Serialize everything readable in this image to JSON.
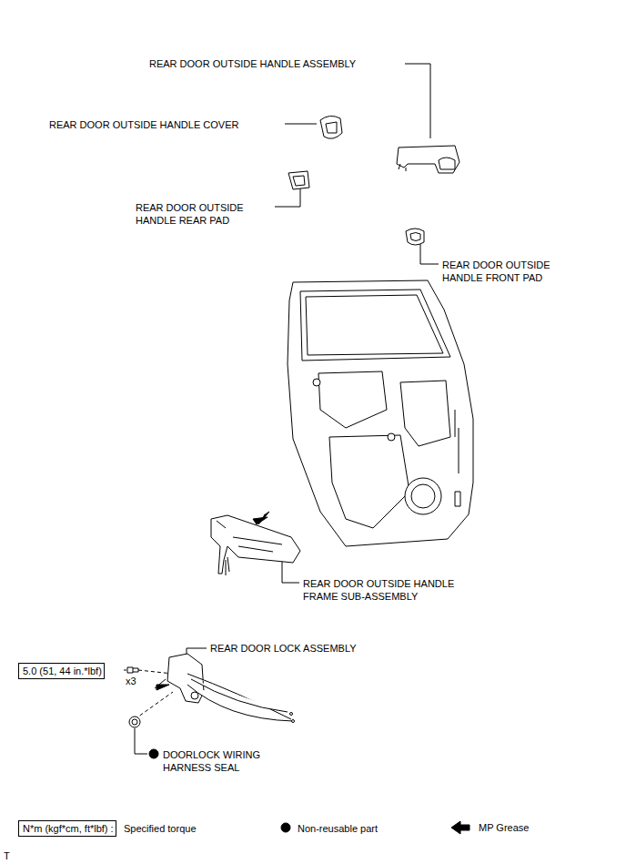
{
  "diagram": {
    "nodes": [
      {
        "text": [
          "5.0 (51, 44 in.*lbf)"
        ]
      },
      {
        "text": [
          "N*m (kgf*cm, ft*lbf) :"
        ]
      }
    ],
    "labels": [
      "REAR DOOR OUTSIDE HANDLE ASSEMBLY",
      "REAR DOOR OUTSIDE HANDLE COVER",
      "REAR DOOR OUTSIDE HANDLE REAR PAD",
      "REAR DOOR OUTSIDE HANDLE FRONT PAD",
      "REAR DOOR OUTSIDE HANDLE FRAME SUB-ASSEMBLY",
      "REAR DOOR LOCK ASSEMBLY",
      "x3",
      "DOORLOCK WIRING HARNESS SEAL",
      "T"
    ],
    "legend": [
      {
        "text": "Specified torque"
      },
      {
        "text": "Non-reusable part"
      },
      {
        "text": "MP Grease"
      }
    ]
  }
}
